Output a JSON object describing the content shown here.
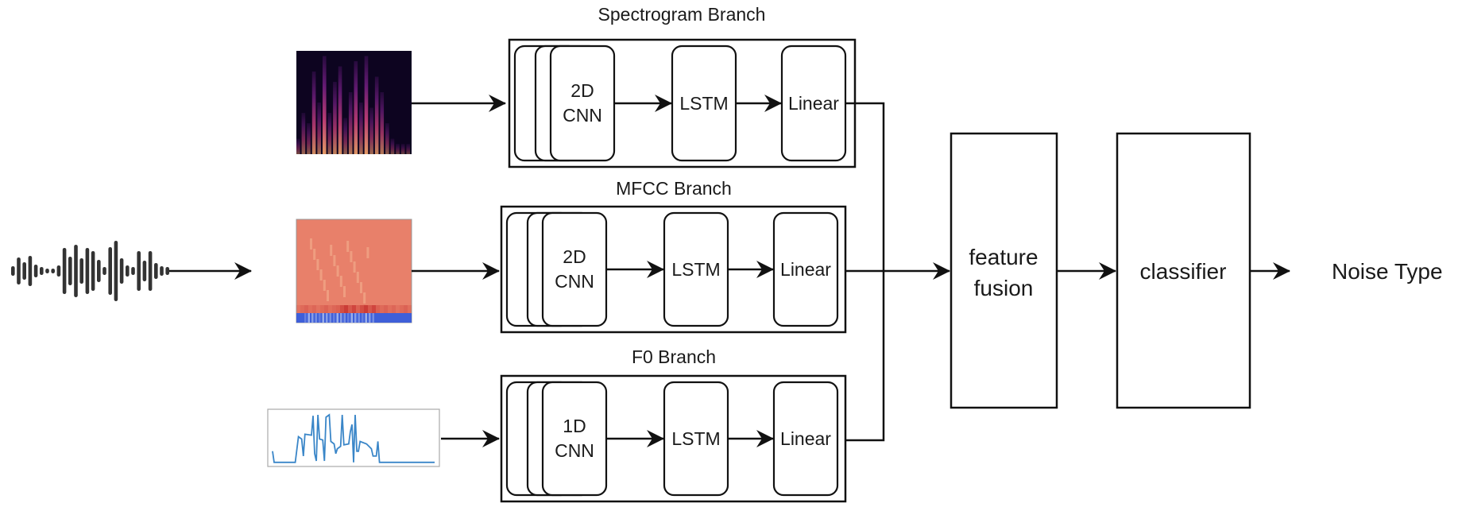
{
  "input": {
    "icon": "audio-waveform-icon"
  },
  "branches": [
    {
      "title": "Spectrogram Branch",
      "feature_image": "spectrogram-thumbnail",
      "blocks": [
        [
          "2D",
          "CNN"
        ],
        [
          "LSTM"
        ],
        [
          "Linear"
        ]
      ]
    },
    {
      "title": "MFCC Branch",
      "feature_image": "mfcc-thumbnail",
      "blocks": [
        [
          "2D",
          "CNN"
        ],
        [
          "LSTM"
        ],
        [
          "Linear"
        ]
      ]
    },
    {
      "title": "F0 Branch",
      "feature_image": "f0-contour-thumbnail",
      "blocks": [
        [
          "1D",
          "CNN"
        ],
        [
          "LSTM"
        ],
        [
          "Linear"
        ]
      ]
    }
  ],
  "fusion": {
    "line1": "feature",
    "line2": "fusion"
  },
  "classifier": {
    "label": "classifier"
  },
  "output": {
    "label": "Noise Type"
  },
  "colors": {
    "stroke": "#111111",
    "spectrogram_bg": "#0d0420",
    "spectrogram_hot": "#f39a5e",
    "spectrogram_mid": "#8b2d8f",
    "mfcc_bg": "#e8806a",
    "mfcc_dark": "#c42a2a",
    "mfcc_blue": "#3f5fd8",
    "f0_line": "#3a86c8"
  }
}
